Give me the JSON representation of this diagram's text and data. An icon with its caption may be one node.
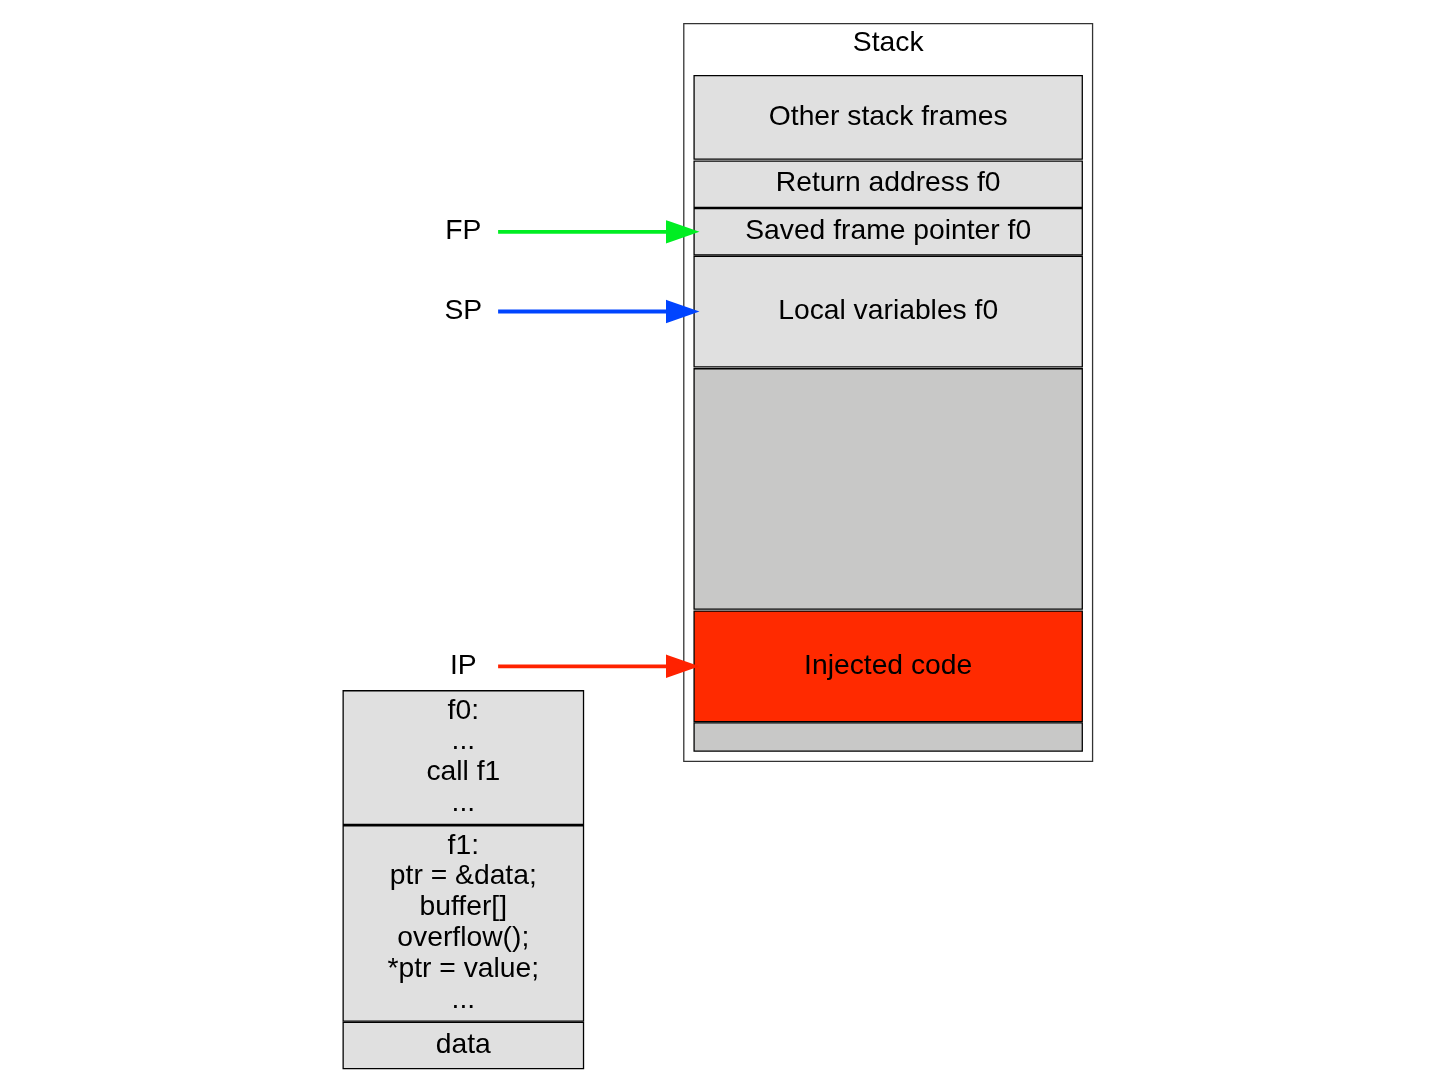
{
  "diagram": {
    "nodes": [
      {
        "text": [
          "f0:",
          "...",
          "call f1",
          "..."
        ]
      },
      {
        "text": [
          "f1:",
          "ptr = &data;",
          "buffer[]",
          "overflow();",
          "*ptr = value;",
          "..."
        ]
      },
      {
        "text": [
          "data"
        ]
      },
      {
        "text": [
          "Stack"
        ]
      },
      {
        "text": [
          "Other stack frames"
        ],
        "in": 3
      },
      {
        "text": [
          "Return address f0"
        ],
        "in": 3
      },
      {
        "text": [
          "Saved frame pointer f0"
        ],
        "in": 3
      },
      {
        "text": [
          "Local variables f0"
        ],
        "in": 3
      },
      {
        "text": [],
        "shape": "box",
        "in": 3
      },
      {
        "text": [
          "Injected code"
        ],
        "in": 3
      },
      {
        "text": [],
        "shape": "box",
        "in": 3
      },
      {
        "text": [
          "FP"
        ]
      },
      {
        "text": [
          "SP"
        ]
      },
      {
        "text": [
          "IP"
        ]
      }
    ],
    "edges": [
      {
        "from": 11,
        "to": 6,
        "arrow": "to",
        "color": "#00ee22"
      },
      {
        "from": 12,
        "to": 7,
        "arrow": "to",
        "color": "#0044ff"
      },
      {
        "from": 13,
        "to": 9,
        "arrow": "to",
        "color": "#ff2200"
      }
    ]
  }
}
